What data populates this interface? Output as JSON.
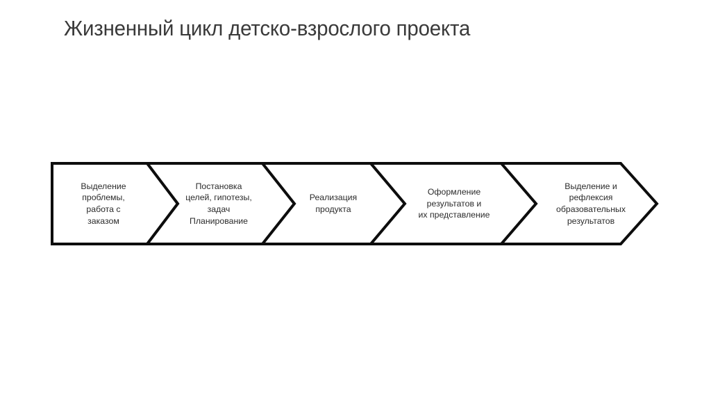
{
  "slide": {
    "background_color": "#ffffff",
    "title": "Жизненный цикл детско-взрослого проекта",
    "title_color": "#3a3a3a"
  },
  "diagram": {
    "type": "chevron-process-flow",
    "name": "project-lifecycle-chevron-flow",
    "orientation": "left-to-right",
    "stage_count": 5,
    "fill_color": "#ffffff",
    "stroke_color": "#0d0d0d",
    "stroke_width": 4,
    "text_color": "#2b2b2b",
    "stages": [
      {
        "index": 1,
        "label": "Выделение\nпроблемы,\nработа с\nзаказом",
        "shape": "rectangle-with-notched-right"
      },
      {
        "index": 2,
        "label": "Постановка\nцелей, гипотезы,\nзадач\nПланирование",
        "shape": "chevron"
      },
      {
        "index": 3,
        "label": "Реализация\nпродукта",
        "shape": "chevron"
      },
      {
        "index": 4,
        "label": "Оформление\nрезультатов и\nих представление",
        "shape": "chevron"
      },
      {
        "index": 5,
        "label": "Выделение и\nрефлексия\nобразовательных\nрезультатов",
        "shape": "chevron-arrow-head"
      }
    ]
  }
}
